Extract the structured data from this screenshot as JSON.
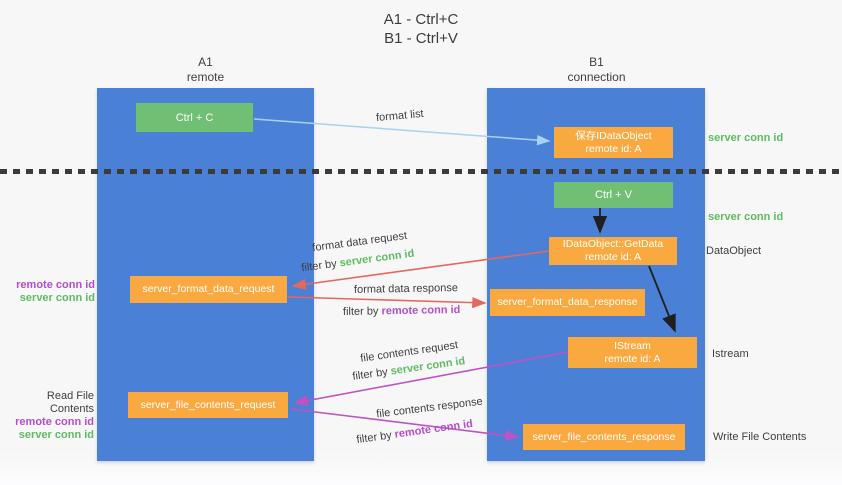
{
  "title": {
    "line1": "A1 - Ctrl+C",
    "line2": "B1 - Ctrl+V"
  },
  "lanes": {
    "a1": {
      "name": "A1",
      "role": "remote"
    },
    "b1": {
      "name": "B1",
      "role": "connection"
    }
  },
  "nodes": {
    "ctrl_c": "Ctrl + C",
    "ctrl_v": "Ctrl + V",
    "save_dataobject_line1": "保存IDataObject",
    "save_dataobject_line2": "remote id: A",
    "getdata_line1": "IDataObject::GetData",
    "getdata_line2": "remote id: A",
    "istream_line1": "IStream",
    "istream_line2": "remote id: A",
    "format_request": "server_format_data_request",
    "format_response": "server_format_data_response",
    "file_request": "server_file_contents_request",
    "file_response": "server_file_contents_response"
  },
  "side_labels": {
    "server_conn_id": "server conn id",
    "remote_conn_id": "remote conn id",
    "dataobject": "DataObject",
    "istream": "Istream",
    "read_file_contents": "Read File Contents",
    "write_file_contents": "Write File Contents"
  },
  "arrow_labels": {
    "format_list": "format list",
    "format_data_request": "format data request",
    "format_data_response": "format data response",
    "file_contents_request": "file contents request",
    "file_contents_response": "file contents response",
    "filter_by": "filter by ",
    "server_conn_id": "server conn id",
    "remote_conn_id": "remote conn id"
  },
  "colors": {
    "lane_blue": "#4a80d5",
    "node_green": "#71bf75",
    "node_orange": "#f9a940",
    "arrow_red": "#e5675f",
    "arrow_magenta": "#bf53c4",
    "arrow_light_blue": "#a6d3f0",
    "arrow_black": "#1f1f1f",
    "text_green": "#5fbb63",
    "text_purple": "#b44fc8",
    "text_dark": "#3f3f3f"
  }
}
